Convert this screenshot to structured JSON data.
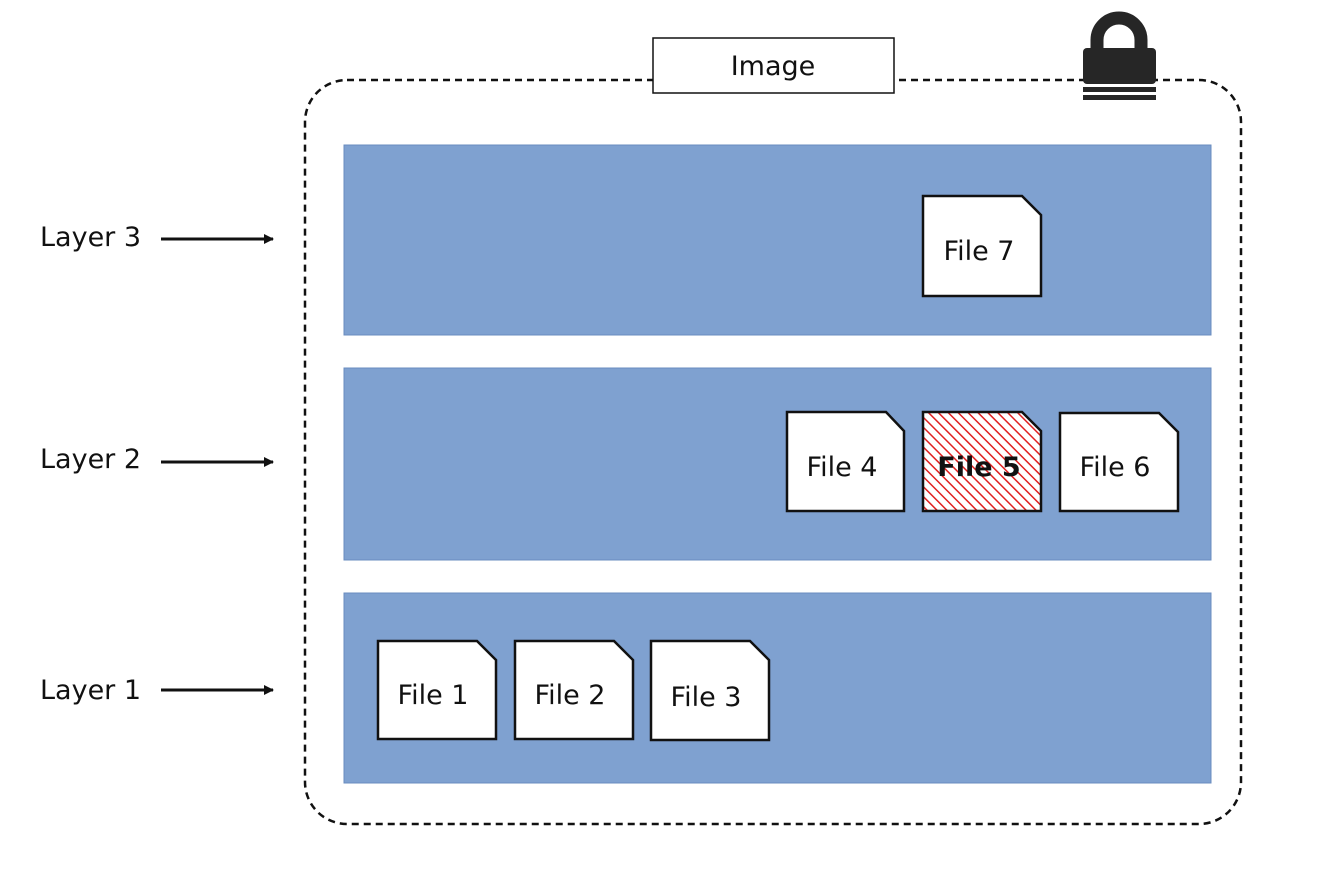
{
  "image_box": {
    "title": "Image",
    "lock_icon": "padlock-icon"
  },
  "colors": {
    "layer_fill": "#7fa1d0",
    "layer_border": "#6a8cbf",
    "file_fill": "#ffffff",
    "file_border": "#111111",
    "deleted_hatch": "#e02020",
    "container_border": "#111111",
    "lock": "#262626"
  },
  "layers": [
    {
      "label": "Layer 3",
      "files": [
        {
          "name": "File 7",
          "deleted": false
        }
      ]
    },
    {
      "label": "Layer 2",
      "files": [
        {
          "name": "File 4",
          "deleted": false
        },
        {
          "name": "File 5",
          "deleted": true
        },
        {
          "name": "File 6",
          "deleted": false
        }
      ]
    },
    {
      "label": "Layer 1",
      "files": [
        {
          "name": "File 1",
          "deleted": false
        },
        {
          "name": "File 2",
          "deleted": false
        },
        {
          "name": "File 3",
          "deleted": false
        }
      ]
    }
  ]
}
